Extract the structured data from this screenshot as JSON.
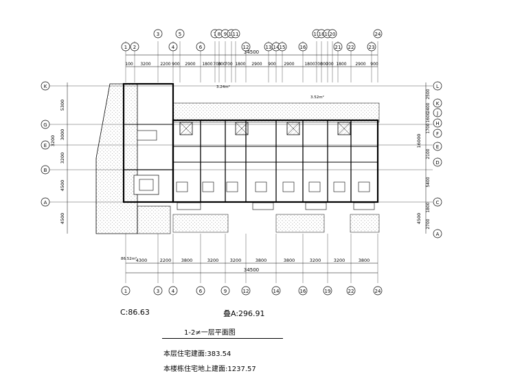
{
  "plan": {
    "top_axis_numbers": [
      "1",
      "2",
      "3",
      "4",
      "5",
      "6",
      "7",
      "8",
      "9",
      "10",
      "11",
      "12",
      "13",
      "14",
      "15",
      "16",
      "17",
      "18",
      "19",
      "20",
      "21",
      "22",
      "23",
      "24"
    ],
    "bottom_axis_numbers": [
      "1",
      "3",
      "4",
      "6",
      "9",
      "12",
      "14",
      "16",
      "19",
      "22",
      "24"
    ],
    "left_axis_letters": [
      "K",
      "G",
      "E",
      "B",
      "A"
    ],
    "right_axis_letters": [
      "L",
      "K",
      "J",
      "H",
      "F",
      "E",
      "D",
      "C",
      "A"
    ],
    "top_total_dim": "34500",
    "bottom_total_dim": "34500",
    "top_dims": [
      "100",
      "3200",
      "2200",
      "900",
      "2900",
      "1800",
      "700",
      "300",
      "700",
      "1800",
      "2900",
      "900",
      "2900",
      "1800",
      "700",
      "300",
      "700",
      "1800",
      "2900",
      "900"
    ],
    "bottom_dims": [
      "4300",
      "2200",
      "3800",
      "3200",
      "3200",
      "3800",
      "3800",
      "3200",
      "3200",
      "3800"
    ],
    "left_dims": [
      "5300",
      "3000",
      "3200",
      "4500",
      "4500"
    ],
    "left_outer_dim": "3200",
    "right_dims": [
      "2500",
      "2400",
      "1600",
      "1700",
      "2100",
      "5400",
      "1800",
      "2700"
    ],
    "right_outer_dims": [
      "16000",
      "4500"
    ],
    "room_labels": [
      "3.24m²",
      "3.52m²",
      "86.52m²"
    ],
    "left_area_label": "C:86.63",
    "right_area_label": "叠A:296.91",
    "title": "1-2≠一层平面图",
    "floor_area_label": "本层住宅建面:",
    "floor_area_value": "383.54",
    "total_area_label": "本楼栋住宅地上建面:",
    "total_area_value": "1237.57"
  },
  "colors": {
    "line": "#000000",
    "hatch": "#8a8a8a"
  }
}
